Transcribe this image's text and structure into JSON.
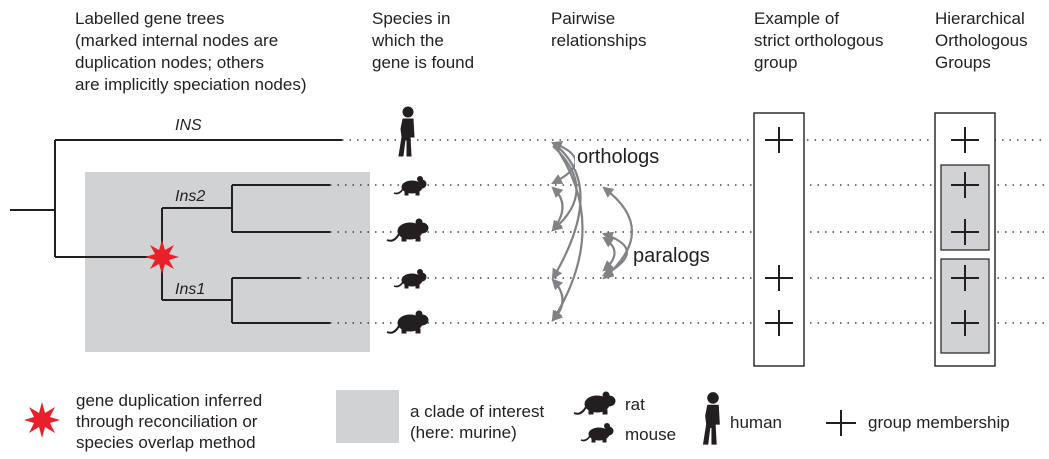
{
  "headers": {
    "gene_trees": "Labelled gene trees\n(marked internal nodes are\nduplication nodes; others\nare implicitly speciation nodes)",
    "species": "Species in\nwhich the\ngene is found",
    "pairwise": "Pairwise\nrelationships",
    "strict": "Example of\nstrict orthologous\ngroup",
    "hog": "Hierarchical\nOrthologous\nGroups"
  },
  "tree": {
    "ins_label": "INS",
    "ins2_label": "Ins2",
    "ins1_label": "Ins1"
  },
  "relationships": {
    "orthologs": "orthologs",
    "paralogs": "paralogs"
  },
  "species_order": [
    "human",
    "mouse",
    "rat",
    "mouse",
    "rat"
  ],
  "strict_group_members": [
    true,
    false,
    false,
    true,
    true
  ],
  "hog_members": [
    true,
    true,
    true,
    true,
    true
  ],
  "legend": {
    "duplication": "gene duplication inferred\nthrough reconciliation or\nspecies overlap method",
    "clade": "a clade of interest\n(here: murine)",
    "rat": "rat",
    "mouse": "mouse",
    "human": "human",
    "membership": "group membership"
  },
  "colors": {
    "clade_fill": "#d1d2d4",
    "duplication_star": "#e8202a",
    "arrows": "#808285",
    "ink": "#231f20"
  }
}
